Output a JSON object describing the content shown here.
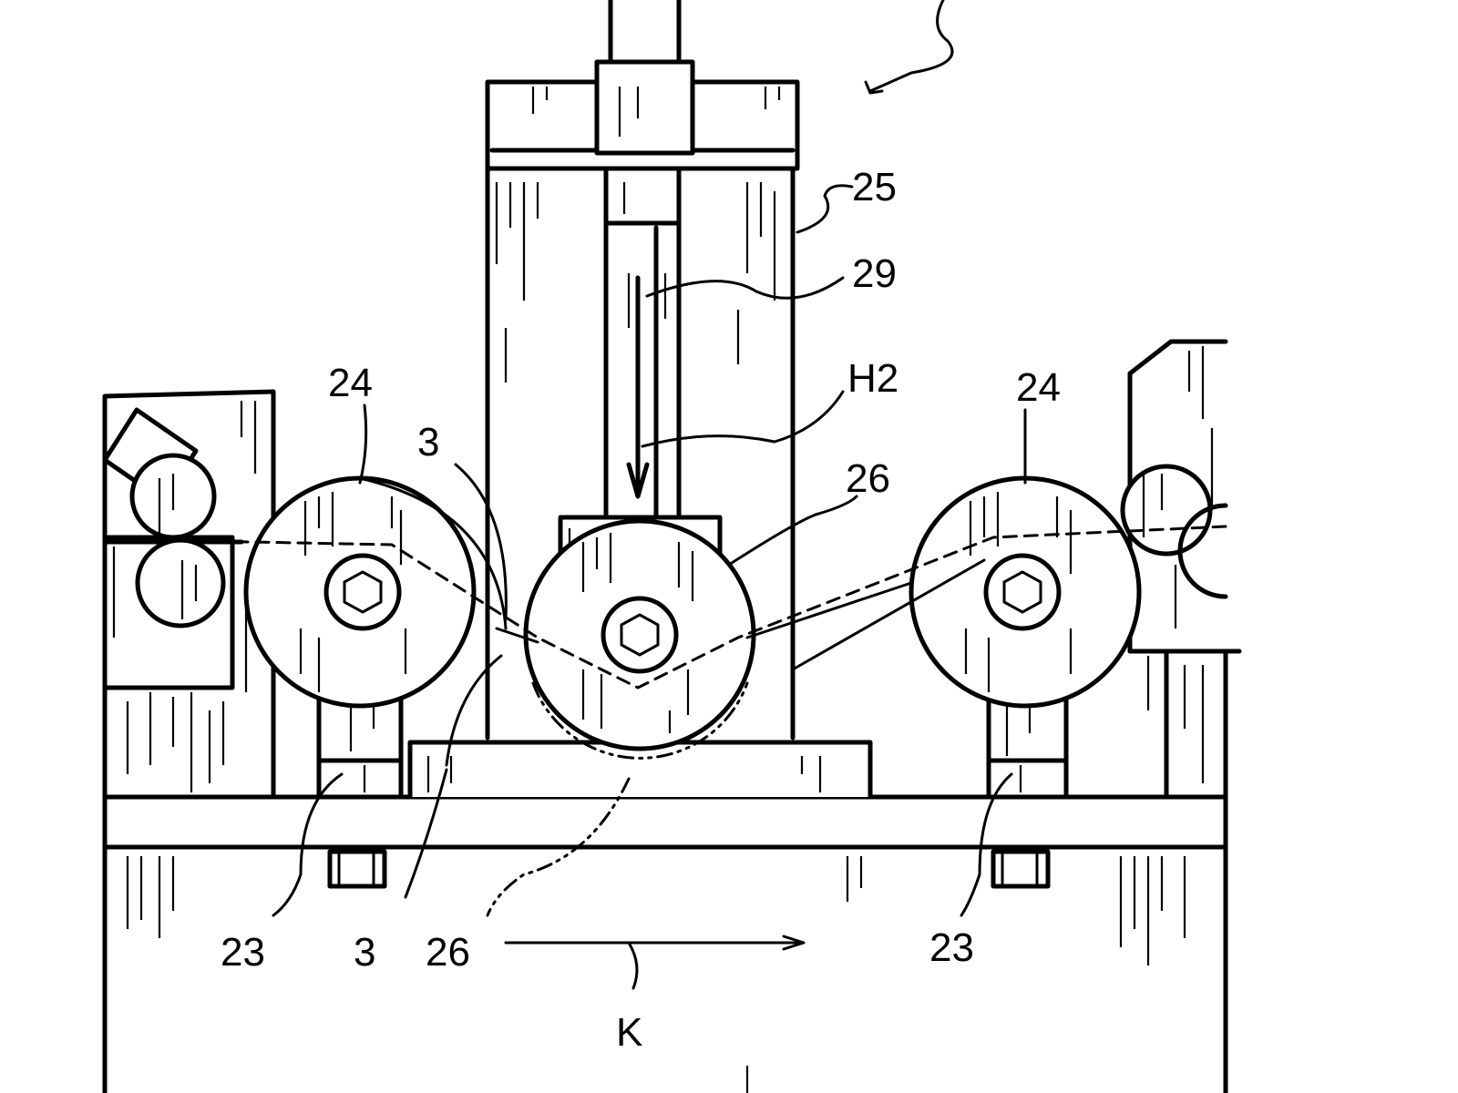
{
  "figure": {
    "reference_labels": {
      "l25": "25",
      "l29": "29",
      "lh2": "H2",
      "l24_left": "24",
      "l24_right": "24",
      "l3_top": "3",
      "l26_top": "26",
      "l23_left": "23",
      "l3_bottom": "3",
      "l26_bottom": "26",
      "l23_right": "23",
      "lk": "K"
    }
  }
}
